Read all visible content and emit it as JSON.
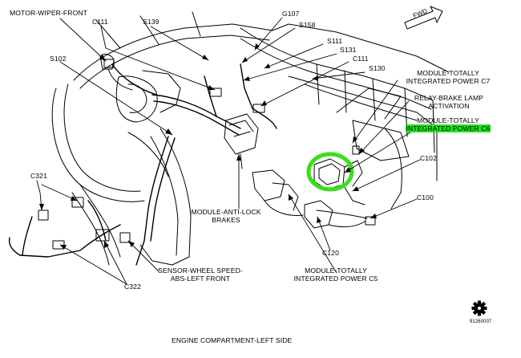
{
  "diagram": {
    "caption": "ENGINE COMPARTMENT-LEFT SIDE",
    "figure_id": "91260007",
    "fwd_label": "FWD",
    "highlight_color": "#22e322",
    "circle_color": "#3adf1c",
    "labels": {
      "motor_wiper_front": "MOTOR-WIPER-FRONT",
      "c111_left": "C111",
      "s139": "S139",
      "g107": "G107",
      "s158": "S158",
      "s111": "S111",
      "s131": "S131",
      "c111_right": "C111",
      "s130": "S130",
      "s102": "S102",
      "tipm_c7_line1": "MODULE-TOTALLY",
      "tipm_c7_line2": "INTEGRATED POWER C7",
      "relay_line1": "RELAY-BRAKE LAMP",
      "relay_line2": "ACTIVATION",
      "tipm_c6_line1": "MODULE-TOTALLY",
      "tipm_c6_line2": "INTEGRATED POWER C6",
      "c102": "C102",
      "c321": "C321",
      "c100": "C100",
      "abs_line1": "MODULE-ANTI-LOCK",
      "abs_line2": "BRAKES",
      "c120": "C120",
      "sensor_line1": "SENSOR-WHEEL SPEED-",
      "sensor_line2": "ABS-LEFT FRONT",
      "tipm_c5_line1": "MODULE-TOTALLY",
      "tipm_c5_line2": "INTEGRATED POWER C5",
      "c322": "C322"
    }
  }
}
